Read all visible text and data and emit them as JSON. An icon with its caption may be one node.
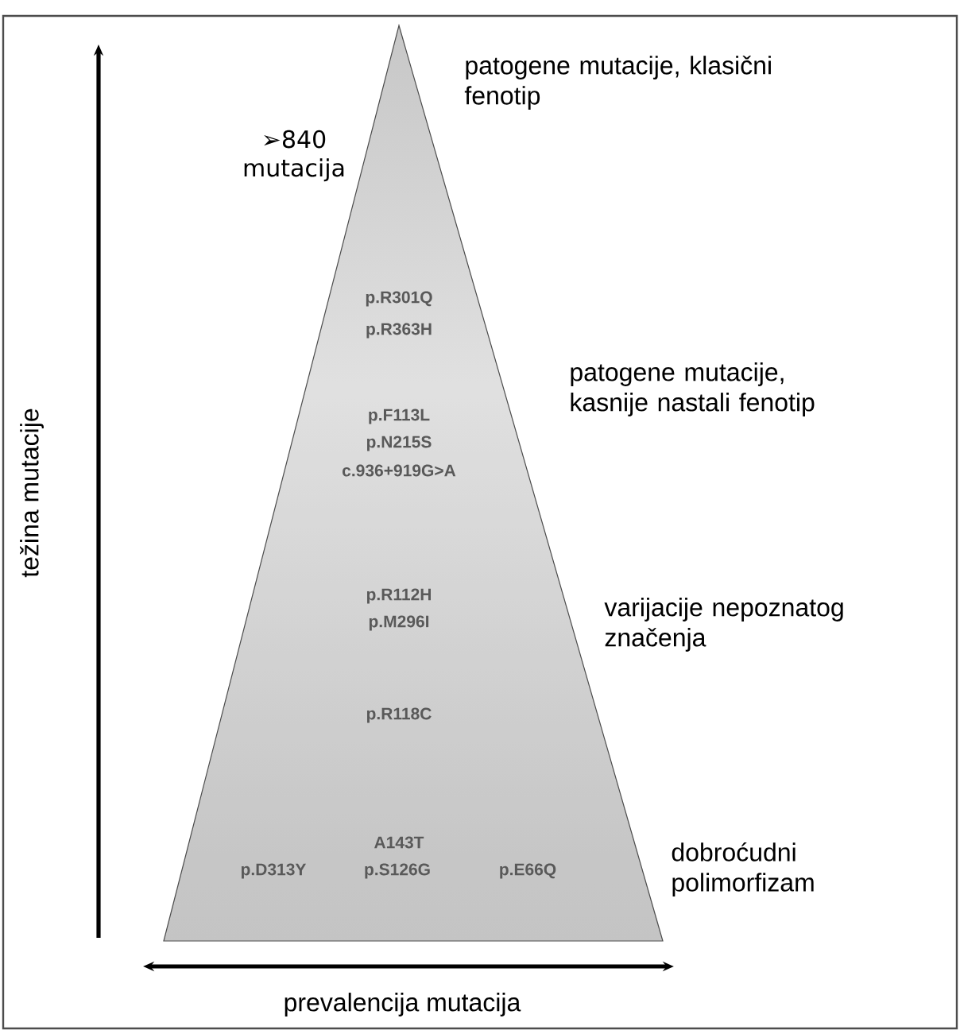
{
  "diagram": {
    "nodes": [
      {
        "text": [
          "p.R301Q",
          "p.R363H",
          "p.F113L",
          "p.N215S",
          "c.936+919G>A",
          "p.R112H",
          "p.M296I",
          "p.R118C",
          "A143T",
          "p.D313Y",
          "p.S126G",
          "p.E66Q"
        ]
      }
    ],
    "edges": [],
    "labels": [
      "➢840 mutacija",
      "patogene mutacije, klasični fenotip",
      "patogene mutacije, kasnije nastali fenotip",
      "težina mutacije",
      "varijacije nepoznatog značenja",
      "dobroćudni polimorfizam",
      "prevalencija mutacija"
    ]
  }
}
